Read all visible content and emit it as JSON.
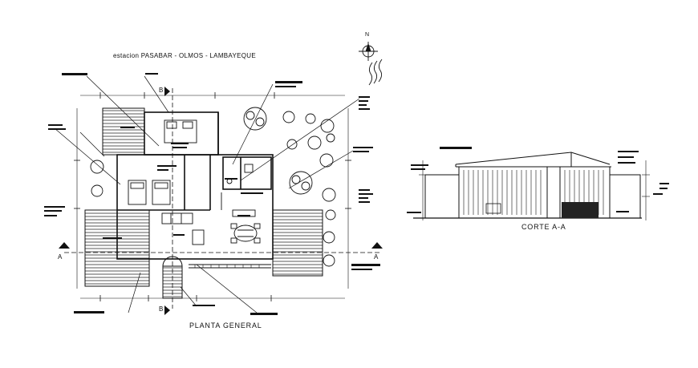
{
  "site_label": "estacion PASABAR - OLMOS - LAMBAYEQUE",
  "plan_title": "PLANTA GENERAL",
  "section_title": "CORTE A-A",
  "section_markers": {
    "a_left": "A",
    "a_right": "A",
    "b_top": "B",
    "b_bottom": "B"
  },
  "north_label": "N",
  "colors": {
    "line": "#111111",
    "background": "#ffffff"
  }
}
